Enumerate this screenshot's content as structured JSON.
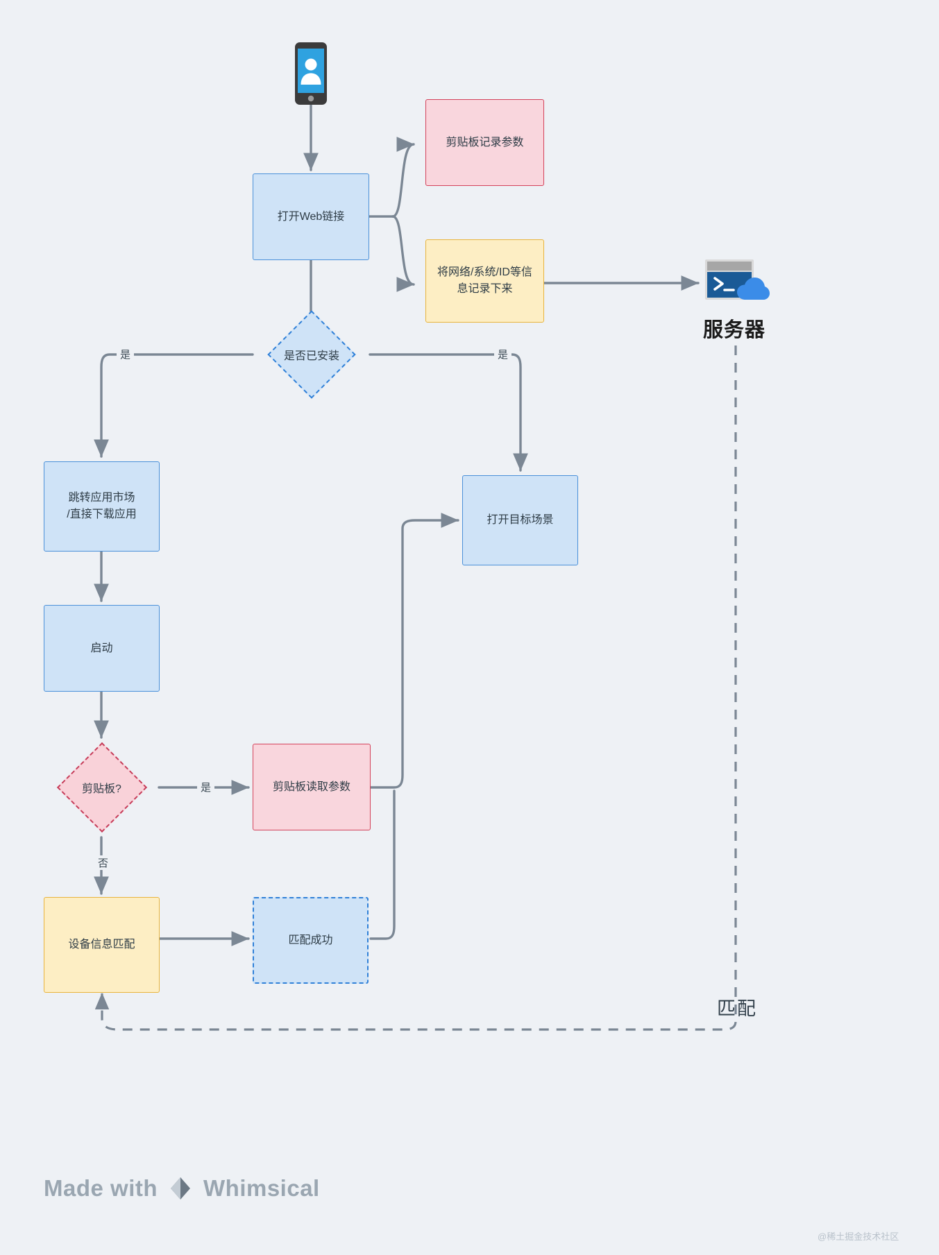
{
  "diagram": {
    "background_color": "#eef1f5",
    "nodes": {
      "open_web_link": "打开Web链接",
      "clipboard_record": "剪贴板记录参数",
      "record_info": "将网络/系统/ID等信\n息记录下来",
      "installed_decision": "是否已安装",
      "goto_store": "跳转应用市场\n/直接下载应用",
      "launch": "启动",
      "open_target_scene": "打开目标场景",
      "clipboard_decision": "剪贴板?",
      "clipboard_read": "剪贴板读取参数",
      "device_match": "设备信息匹配",
      "match_success": "匹配成功"
    },
    "edge_labels": {
      "installed_yes_left": "是",
      "installed_yes_right": "是",
      "clipboard_yes": "是",
      "clipboard_no": "否",
      "match_loop": "匹配"
    },
    "icons": {
      "phone": "mobile-phone-user-icon",
      "server": "server-terminal-cloud-icon"
    },
    "server_caption": "服务器",
    "footer": {
      "made_with": "Made with",
      "brand": "Whimsical",
      "credit": "@稀土掘金技术社区"
    },
    "colors": {
      "blue_fill": "#cfe3f7",
      "blue_stroke": "#4a90d9",
      "blue_dashed_stroke": "#2f80d8",
      "pink_fill": "#f9d6dd",
      "pink_stroke": "#d3425a",
      "pink_dashed_stroke": "#c63b58",
      "yellow_fill": "#fdeec4",
      "yellow_stroke": "#e8b43c",
      "edge_stroke": "#7b8794",
      "phone_body": "#3b3b3b",
      "phone_screen": "#2fa2e0",
      "server_window": "#1a5a96",
      "server_cloud": "#3b8ce8"
    }
  }
}
